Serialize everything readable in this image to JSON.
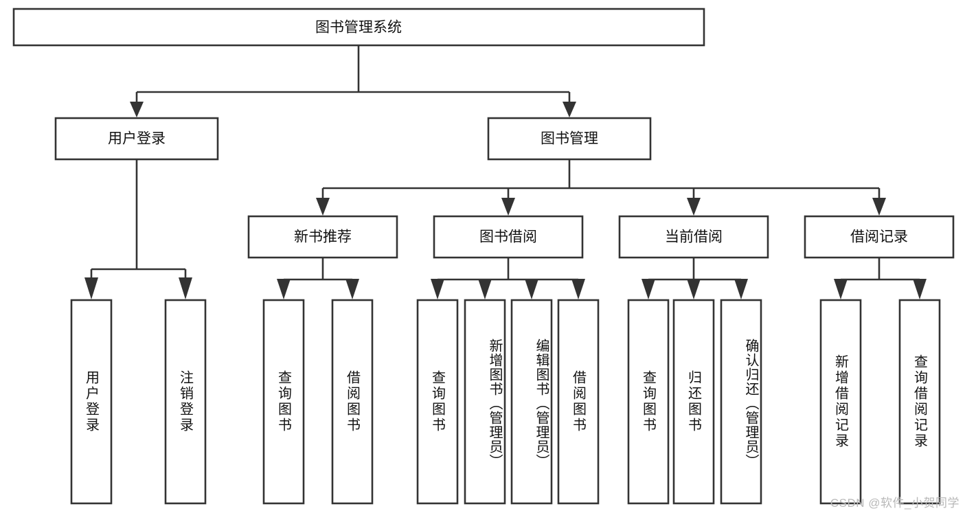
{
  "diagram": {
    "type": "hierarchy-tree",
    "title": "图书管理系统",
    "root": {
      "id": "root",
      "label": "图书管理系统"
    },
    "nodes": {
      "root": "图书管理系统",
      "user_login": "用户登录",
      "book_manage": "图书管理",
      "new_book_rec": "新书推荐",
      "book_borrow": "图书借阅",
      "current_borrow": "当前借阅",
      "borrow_record": "借阅记录",
      "leaf_user_login": "用户登录",
      "leaf_user_logout": "注销登录",
      "leaf_query_book_1": "查询图书",
      "leaf_borrow_book_1": "借阅图书",
      "leaf_query_book_2": "查询图书",
      "leaf_add_book": "新增图书（管理员）",
      "leaf_edit_book": "编辑图书（管理员）",
      "leaf_borrow_book_2": "借阅图书",
      "leaf_query_book_3": "查询图书",
      "leaf_return_book": "归还图书",
      "leaf_confirm_return": "确认归还（管理员）",
      "leaf_add_record": "新增借阅记录",
      "leaf_query_record": "查询借阅记录"
    },
    "edges": [
      {
        "from": "root",
        "to": "user_login"
      },
      {
        "from": "root",
        "to": "book_manage"
      },
      {
        "from": "user_login",
        "to": "leaf_user_login"
      },
      {
        "from": "user_login",
        "to": "leaf_user_logout"
      },
      {
        "from": "book_manage",
        "to": "new_book_rec"
      },
      {
        "from": "book_manage",
        "to": "book_borrow"
      },
      {
        "from": "book_manage",
        "to": "current_borrow"
      },
      {
        "from": "book_manage",
        "to": "borrow_record"
      },
      {
        "from": "new_book_rec",
        "to": "leaf_query_book_1"
      },
      {
        "from": "new_book_rec",
        "to": "leaf_borrow_book_1"
      },
      {
        "from": "book_borrow",
        "to": "leaf_query_book_2"
      },
      {
        "from": "book_borrow",
        "to": "leaf_add_book"
      },
      {
        "from": "book_borrow",
        "to": "leaf_edit_book"
      },
      {
        "from": "book_borrow",
        "to": "leaf_borrow_book_2"
      },
      {
        "from": "current_borrow",
        "to": "leaf_query_book_3"
      },
      {
        "from": "current_borrow",
        "to": "leaf_return_book"
      },
      {
        "from": "current_borrow",
        "to": "leaf_confirm_return"
      },
      {
        "from": "borrow_record",
        "to": "leaf_add_record"
      },
      {
        "from": "borrow_record",
        "to": "leaf_query_record"
      }
    ],
    "colors": {
      "box_fill": "#ffffff",
      "box_stroke": "#333333",
      "text": "#111111",
      "background": "#ffffff",
      "watermark": "#b8b8b8"
    }
  },
  "watermark": {
    "text": "CSDN @软件_小贺同学"
  }
}
